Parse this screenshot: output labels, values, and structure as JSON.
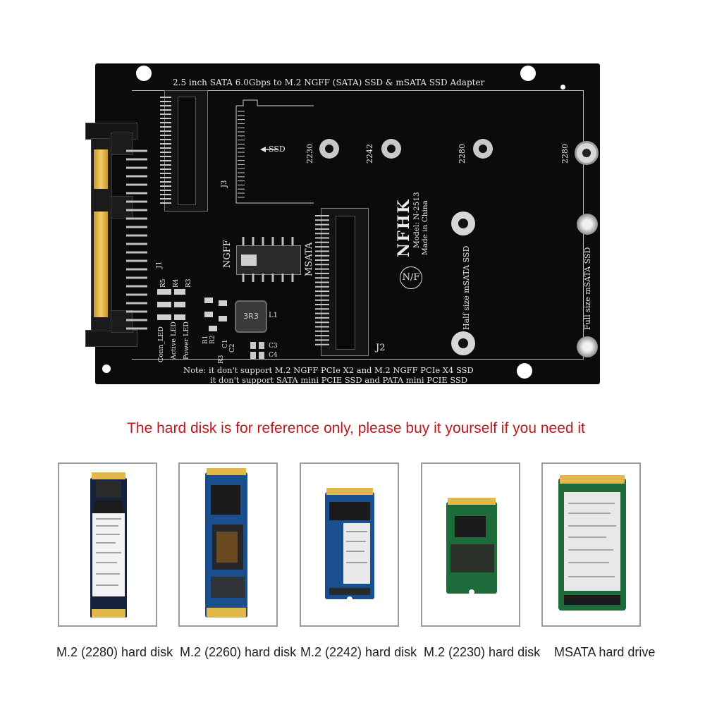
{
  "board": {
    "title": "2.5 inch SATA 6.0Gbps to M.2 NGFF (SATA) SSD & mSATA SSD Adapter",
    "ssd_arrow_label": "SSD",
    "j3": "J3",
    "j1": "J1",
    "j2": "J2",
    "l1": "L1",
    "inductor_label": "3R3",
    "switch_left": "NGFF",
    "switch_right": "MSATA",
    "length_marks": [
      "2230",
      "2242",
      "2280",
      "2280"
    ],
    "brand": "NFHK",
    "model": "Model: N-2513",
    "made_in": "Made in China",
    "half_size": "Half size mSATA SSD",
    "full_size": "Full size mSATA SSD",
    "leds": [
      "Conn_LED",
      "Active LED",
      "Power LED"
    ],
    "resistors": [
      "R5",
      "R4",
      "R3",
      "R1",
      "R2",
      "R3"
    ],
    "caps": [
      "C1",
      "C2",
      "C3",
      "C4"
    ],
    "note_line1": "Note: it don't support M.2 NGFF PCIe X2 and M.2 NGFF PCIe X4 SSD",
    "note_line2": "it don't support SATA mini PCIE SSD and PATA mini PCIE SSD"
  },
  "notice": "The hard disk is for reference only, please buy it yourself if you need it",
  "products": [
    {
      "caption": "M.2 (2280) hard disk"
    },
    {
      "caption": "M.2 (2260) hard disk"
    },
    {
      "caption": "M.2 (2242) hard disk"
    },
    {
      "caption": "M.2 (2230) hard disk"
    },
    {
      "caption": "MSATA hard drive"
    }
  ],
  "colors": {
    "pcb": "#0b0b0c",
    "notice": "#c4161c",
    "gold": "#e2b84a",
    "ssd_green": "#1d6a3a",
    "ssd_blue": "#1a4f8f"
  }
}
